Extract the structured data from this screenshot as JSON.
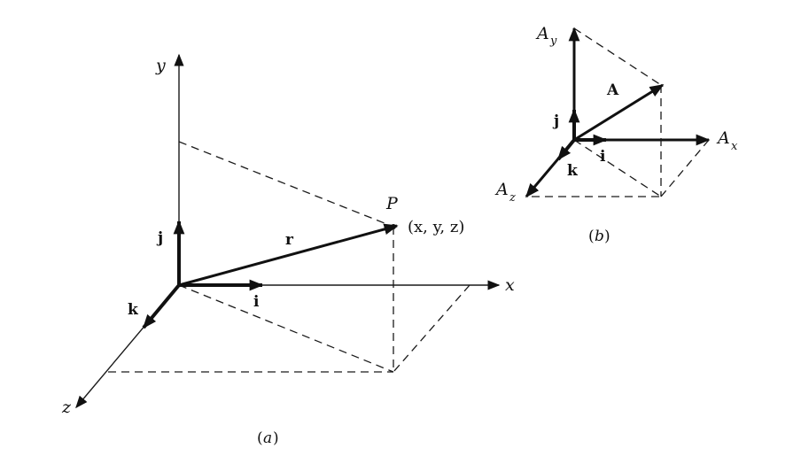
{
  "figure_a": {
    "axis_x": "x",
    "axis_y": "y",
    "axis_z": "z",
    "unit_i": "i",
    "unit_j": "j",
    "unit_k": "k",
    "vector_r": "r",
    "point_label": "P",
    "point_coords": "(x, y, z)",
    "caption": "a"
  },
  "figure_b": {
    "vector_A": "A",
    "unit_i": "i",
    "unit_j": "j",
    "unit_k": "k",
    "comp_x": {
      "main": "A",
      "sub": "x"
    },
    "comp_y": {
      "main": "A",
      "sub": "y"
    },
    "comp_z": {
      "main": "A",
      "sub": "z"
    },
    "caption": "b"
  }
}
